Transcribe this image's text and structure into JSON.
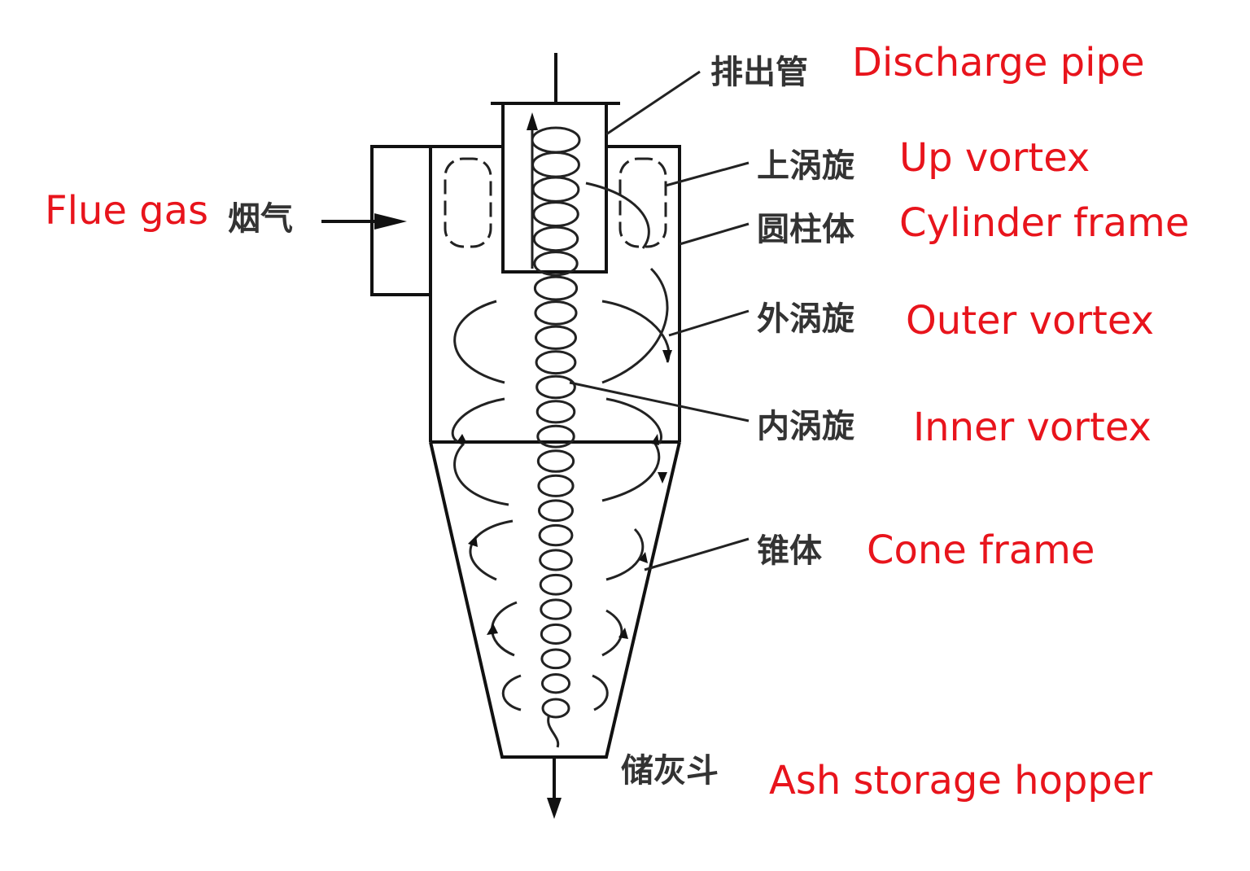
{
  "labels": {
    "discharge_pipe": {
      "zh": "排出管",
      "en": "Discharge pipe"
    },
    "up_vortex": {
      "zh": "上涡旋",
      "en": "Up vortex"
    },
    "cylinder_frame": {
      "zh": "圆柱体",
      "en": "Cylinder frame"
    },
    "outer_vortex": {
      "zh": "外涡旋",
      "en": "Outer vortex"
    },
    "inner_vortex": {
      "zh": "内涡旋",
      "en": "Inner vortex"
    },
    "cone_frame": {
      "zh": "锥体",
      "en": "Cone frame"
    },
    "ash_hopper": {
      "zh": "储灰斗",
      "en": "Ash storage hopper"
    },
    "flue_gas": {
      "zh": "烟气",
      "en": "Flue gas"
    }
  },
  "colors": {
    "english_label": "#e8141c",
    "chinese_label": "#333333",
    "lines": "#111111"
  }
}
